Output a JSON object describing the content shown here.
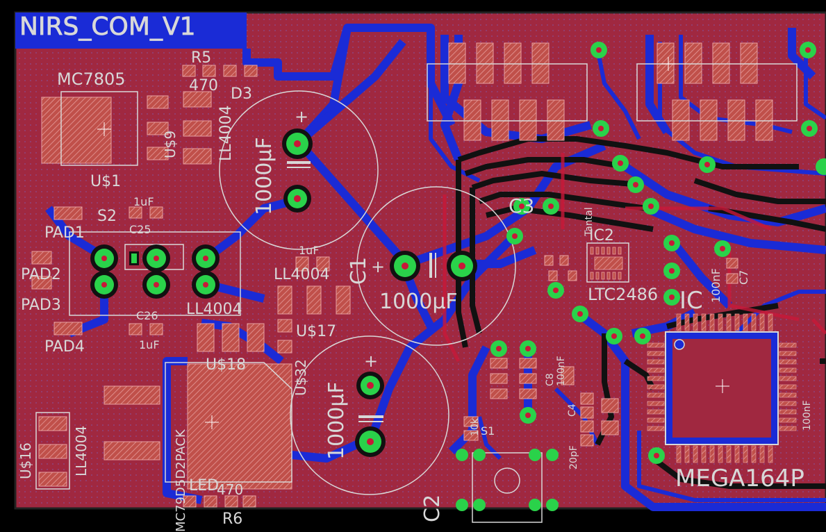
{
  "board": {
    "title": "NIRS_COM_V1",
    "colors": {
      "background": "#000000",
      "top_copper": "#a02840",
      "bottom_copper": "#1a2bd6",
      "silkscreen": "#d8d8d8",
      "pad": "#2ad24a",
      "drill": "#c81838",
      "smd_pad": "#c0504a",
      "grid_dot": "#6b5ab0"
    }
  },
  "labels": {
    "mc7805": "MC7805",
    "u1": "U$1",
    "r5": "R5",
    "r5_val": "470",
    "d3": "D3",
    "ll4004_a": "LL4004",
    "u9": "U$9",
    "s2": "S2",
    "uf_c25": "1uF",
    "c25": "C25",
    "pad1": "PAD1",
    "pad2": "PAD2",
    "pad3": "PAD3",
    "pad4": "PAD4",
    "c26": "C26",
    "uf_c26": "1uF",
    "ll4004_b": "LL4004",
    "ll4004_c": "LL4004",
    "u17": "U$17",
    "u18": "U$18",
    "u32": "U$32",
    "cap_1000a": "1000µF",
    "cap_1000b": "1000µF",
    "cap_1000c": "1000µF",
    "c1": "C1",
    "c2": "C2",
    "c3": "C3",
    "c6_uf": "1uF",
    "c12": "IC2",
    "ltc": "LTC2486",
    "ic": "IC",
    "tantal": "Tantal",
    "nf_c8": "100nF",
    "c8": "C8",
    "c4": "C4",
    "nf_c7": "100nF",
    "c7": "C7",
    "twenty_pf": "20pF",
    "ten_k": "10k",
    "s1": "S1",
    "mega": "MEGA164P",
    "u16": "U$16",
    "ll4004_d": "LL4004",
    "led_r6": "LED",
    "r6_val": "470",
    "r6": "R6",
    "d2pack": "MC79D5D2PACK",
    "right_100nf": "100nF"
  }
}
